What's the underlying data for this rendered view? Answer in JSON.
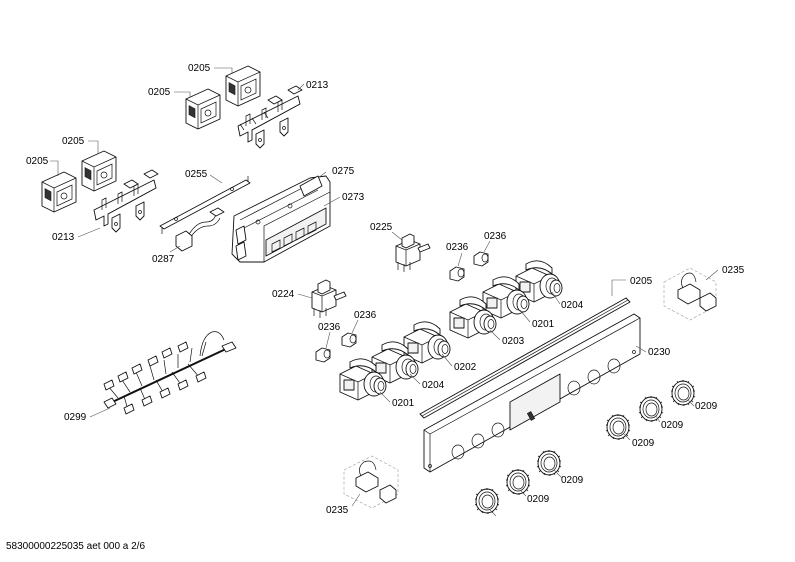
{
  "drawing": {
    "document_id": "58300000225035 aet 000 a 2/6",
    "labels": {
      "l0205a": "0205",
      "l0205b": "0205",
      "l0213a": "0213",
      "l0205c": "0205",
      "l0205d": "0205",
      "l0213b": "0213",
      "l0255": "0255",
      "l0275": "0275",
      "l0273": "0273",
      "l0287": "0287",
      "l0225": "0225",
      "l0236a": "0236",
      "l0236b": "0236",
      "l0205e": "0205",
      "l0235a": "0235",
      "l0204a": "0204",
      "l0201a": "0201",
      "l0203": "0203",
      "l0224": "0224",
      "l0236c": "0236",
      "l0236d": "0236",
      "l0230": "0230",
      "l0202": "0202",
      "l0204b": "0204",
      "l0201b": "0201",
      "l0299": "0299",
      "l0209a": "0209",
      "l0209b": "0209",
      "l0209c": "0209",
      "l0209d": "0209",
      "l0209e": "0209",
      "l0235b": "0235"
    }
  }
}
